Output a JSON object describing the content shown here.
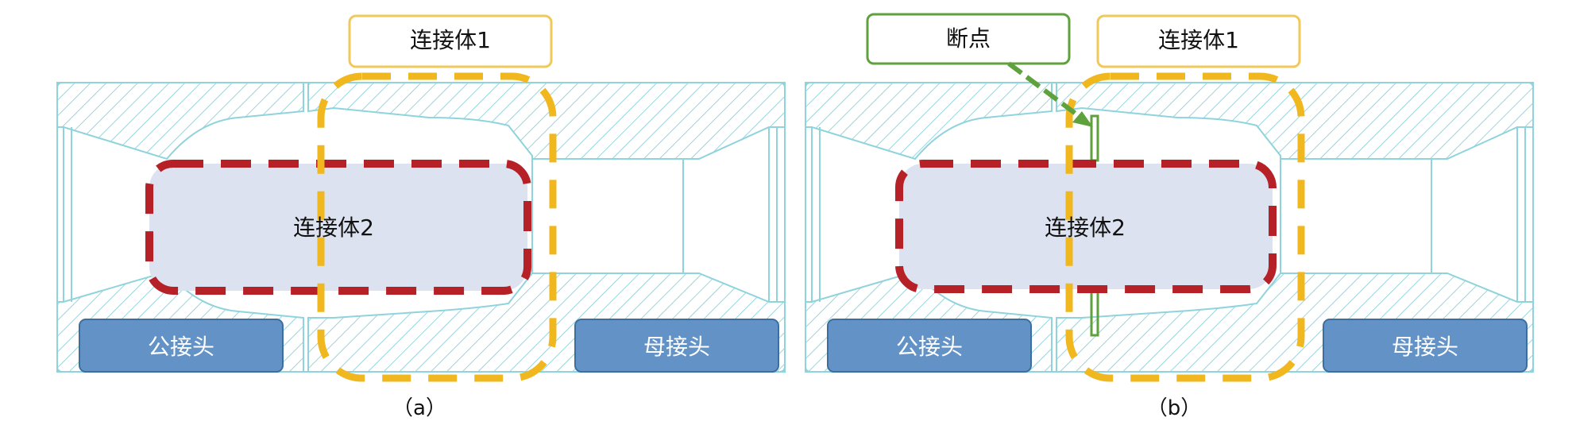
{
  "colors": {
    "metal": "#8fd3dc",
    "hatch": "#6ec3cf",
    "yellow": "#f0b81e",
    "red": "#b52126",
    "green": "#5fa13c",
    "bluebox": "#6393c6",
    "bluebox_border": "#3d6ea0",
    "lavender": "#dde2f0",
    "yellow_label_border": "#f1c85a"
  },
  "panels": [
    {
      "id": "a",
      "caption": "（a）",
      "label_body1": "连接体1",
      "label_body2": "连接体2",
      "label_male": "公接头",
      "label_female": "母接头"
    },
    {
      "id": "b",
      "caption": "（b）",
      "label_body1": "连接体1",
      "label_body2": "连接体2",
      "label_male": "公接头",
      "label_female": "母接头",
      "label_break": "断点"
    }
  ]
}
